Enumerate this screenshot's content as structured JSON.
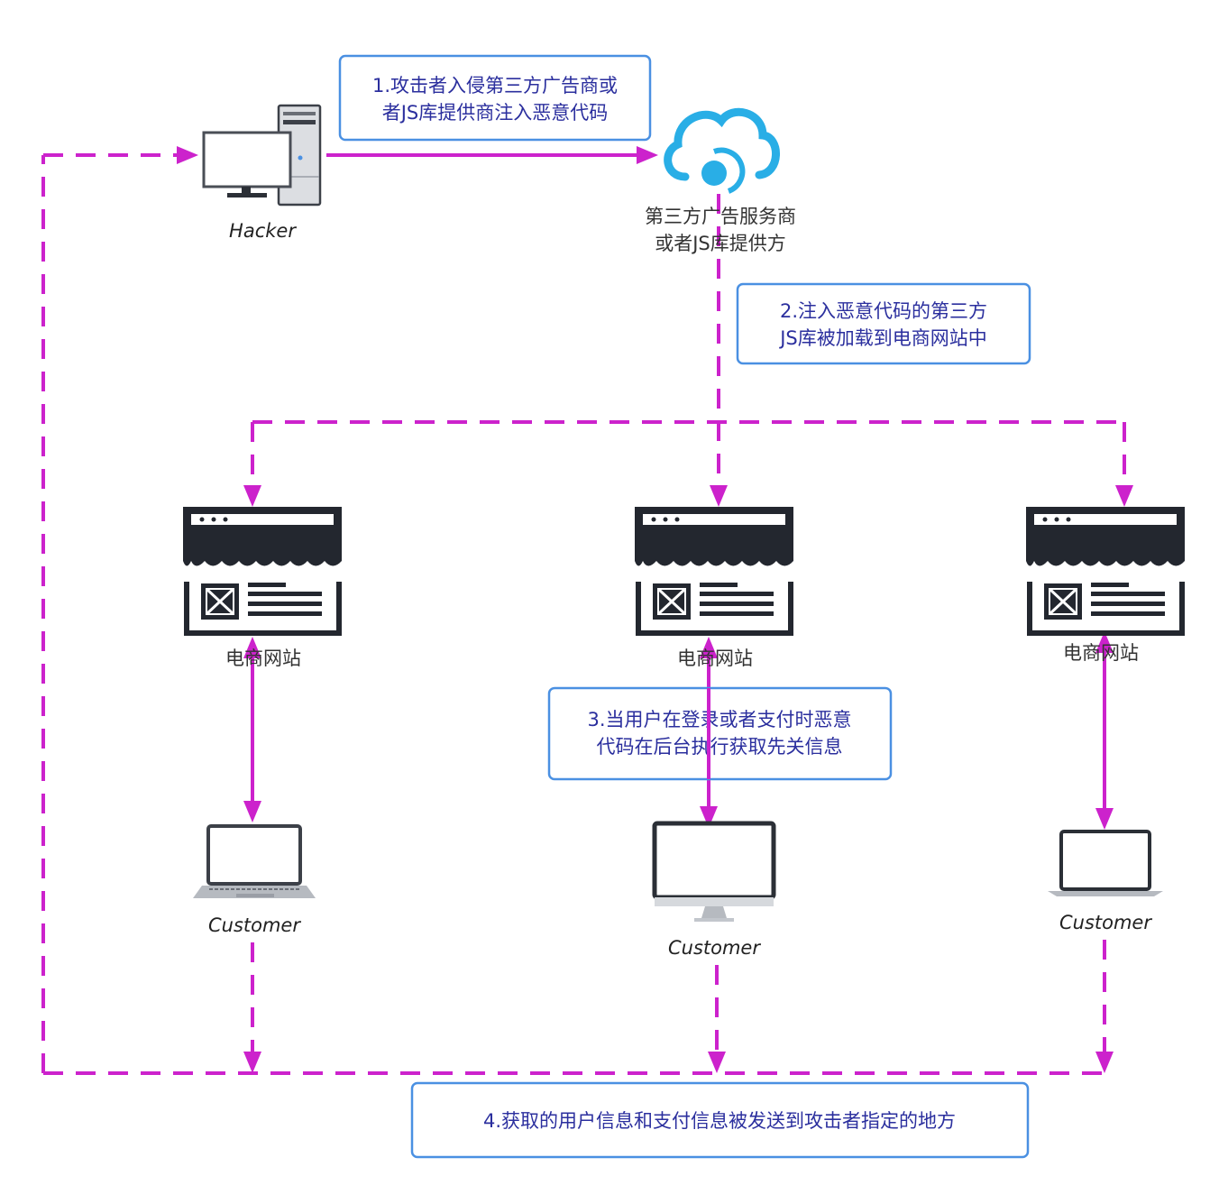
{
  "diagram": {
    "colors": {
      "flow": "#cc22cc",
      "step_box_border": "#4a90e2",
      "step_text": "#2b2f9e",
      "cloud": "#29aee6",
      "store_icon": "#23272f",
      "device_frame": "#3c4048",
      "device_base": "#c2c6cc"
    },
    "nodes": {
      "hacker": {
        "label": "Hacker",
        "icon": "desktop-tower-icon"
      },
      "provider": {
        "label_line1": "第三方广告服务商",
        "label_line2": "或者JS库提供方",
        "icon": "cloud-icon"
      },
      "sites": [
        {
          "label": "电商网站",
          "icon": "storefront-icon"
        },
        {
          "label": "电商网站",
          "icon": "storefront-icon"
        },
        {
          "label": "电商网站",
          "icon": "storefront-icon"
        }
      ],
      "customers": [
        {
          "label": "Customer",
          "icon": "laptop-icon"
        },
        {
          "label": "Customer",
          "icon": "imac-icon"
        },
        {
          "label": "Customer",
          "icon": "laptop-icon"
        }
      ]
    },
    "steps": [
      {
        "line1": "1.攻击者入侵第三方广告商或",
        "line2": "者JS库提供商注入恶意代码"
      },
      {
        "line1": "2.注入恶意代码的第三方",
        "line2": "JS库被加载到电商网站中"
      },
      {
        "line1": "3.当用户在登录或者支付时恶意",
        "line2": "代码在后台执行获取先关信息"
      },
      {
        "line1": "4.获取的用户信息和支付信息被发送到攻击者指定的地方"
      }
    ]
  }
}
